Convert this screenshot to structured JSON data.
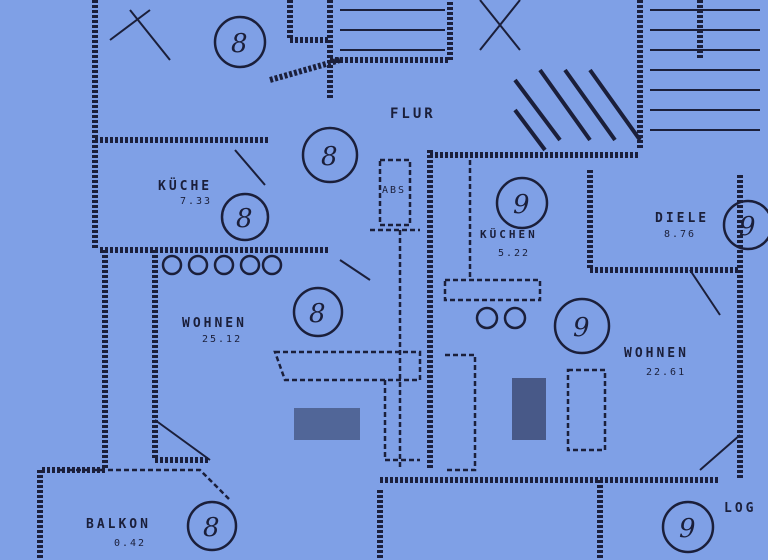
{
  "rooms": {
    "flur": {
      "label": "FLUR"
    },
    "kueche_left": {
      "label": "KÜCHE",
      "area": "7.33"
    },
    "wohnen_left": {
      "label": "WOHNEN",
      "area": "25.12"
    },
    "balkon": {
      "label": "BALKON",
      "area": "0.42"
    },
    "kueche_right": {
      "label": "KÜCHEN",
      "area": "5.22"
    },
    "diele": {
      "label": "DIELE",
      "area": "8.76"
    },
    "wohnen_right": {
      "label": "WOHNEN",
      "area": "22.61"
    },
    "loggia": {
      "label": "LOG"
    },
    "abs": {
      "label": "ABS"
    }
  },
  "markers": {
    "m_top_left": "8",
    "m_flur": "8",
    "m_kueche_left": "8",
    "m_wohnen_left": "8",
    "m_balkon": "8",
    "m_kueche_right": "9",
    "m_wohnen_right": "9",
    "m_diele": "9",
    "m_loggia": "9"
  },
  "colors": {
    "paper": "#7fa0e6",
    "ink": "#1b1f3a"
  }
}
